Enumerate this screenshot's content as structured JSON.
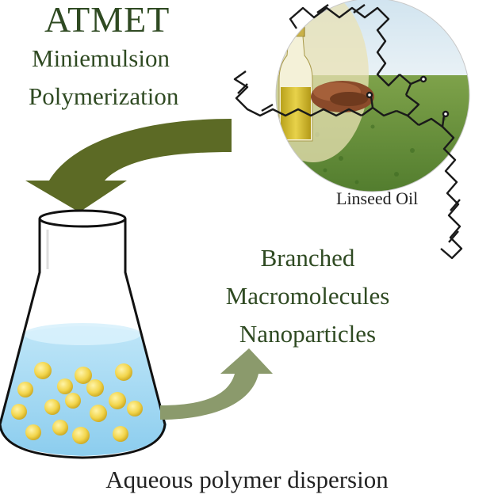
{
  "heading": {
    "title": "ATMET",
    "line1": "Miniemulsion",
    "line2": "Polymerization"
  },
  "oil_label": "Linseed Oil",
  "products": {
    "line1": "Branched",
    "line2": "Macromolecules",
    "line3": "Nanoparticles"
  },
  "caption": "Aqueous polymer dispersion",
  "colors": {
    "heading_text": "#2f4a22",
    "big_arrow": "#5c6a25",
    "small_arrow": "#8b9a6c",
    "liquid": "#9ed8f4",
    "droplet": "#f2d54c",
    "molecule_stroke": "#1a1a1a"
  },
  "icons": [
    "flask-icon",
    "curved-arrow-icon",
    "linseed-oil-photo",
    "triglyceride-structure"
  ]
}
